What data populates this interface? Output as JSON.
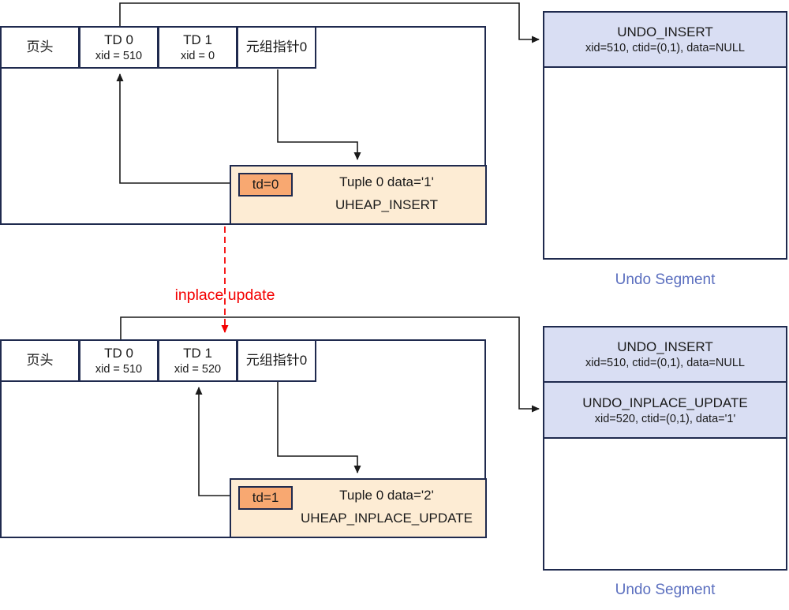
{
  "diagram": {
    "top": {
      "page": {
        "header_label": "页头",
        "td0": {
          "title": "TD 0",
          "xid": "xid = 510"
        },
        "td1": {
          "title": "TD 1",
          "xid": "xid = 0"
        },
        "pointer_label": "元组指针0",
        "tuple": {
          "td": "td=0",
          "line1": "Tuple 0 data='1'",
          "line2": "UHEAP_INSERT"
        }
      },
      "undo": {
        "records": [
          {
            "title": "UNDO_INSERT",
            "detail": "xid=510, ctid=(0,1), data=NULL"
          }
        ],
        "label": "Undo Segment"
      }
    },
    "transition": {
      "label": "inplace update"
    },
    "bottom": {
      "page": {
        "header_label": "页头",
        "td0": {
          "title": "TD 0",
          "xid": "xid = 510"
        },
        "td1": {
          "title": "TD 1",
          "xid": "xid = 520"
        },
        "pointer_label": "元组指针0",
        "tuple": {
          "td": "td=1",
          "line1": "Tuple 0 data='2'",
          "line2": "UHEAP_INPLACE_UPDATE"
        }
      },
      "undo": {
        "records": [
          {
            "title": "UNDO_INSERT",
            "detail": "xid=510, ctid=(0,1), data=NULL"
          },
          {
            "title": "UNDO_INPLACE_UPDATE",
            "detail": "xid=520, ctid=(0,1), data='1'"
          }
        ],
        "label": "Undo Segment"
      }
    },
    "colors": {
      "border": "#1f2a4e",
      "undo_header_fill": "#d9def3",
      "tuple_fill": "#fdecd4",
      "td_fill": "#f8a871",
      "accent_text": "#5b6fbf",
      "transition_red": "#f40000"
    }
  }
}
